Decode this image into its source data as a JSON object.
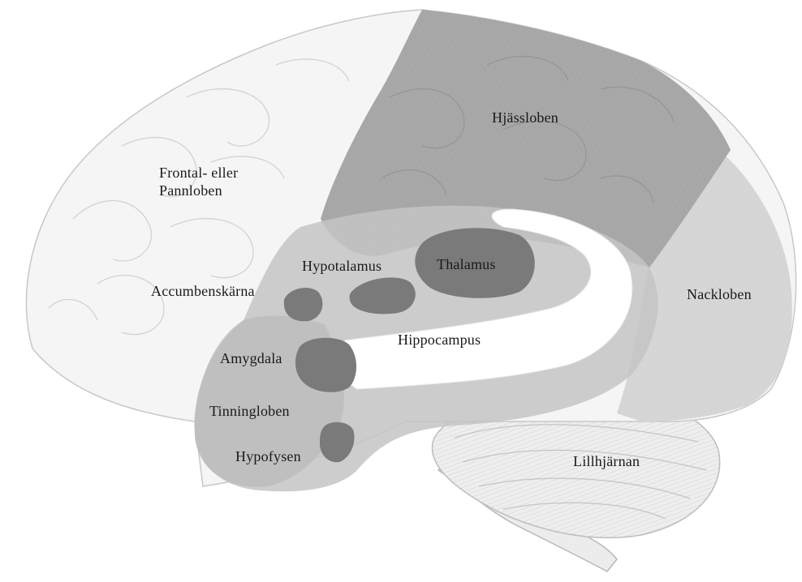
{
  "labels": {
    "frontal": "Frontal- eller\nPannloben",
    "parietal": "Hjässloben",
    "occipital": "Nackloben",
    "temporal": "Tinningloben",
    "cerebellum": "Lillhjärnan",
    "thalamus": "Thalamus",
    "hypothalamus": "Hypotalamus",
    "accumbens": "Accumbenskärna",
    "amygdala": "Amygdala",
    "hippocampus": "Hippocampus",
    "pituitary": "Hypofysen"
  },
  "colors": {
    "background": "#ffffff",
    "frontal_lobe": "#f4f4f4",
    "lobe_light": "#d4d4d4",
    "parietal_lobe": "#a9a9a9",
    "limbic_band": "#c2c2c2",
    "deep_structure": "#7a7a7a",
    "hippocampus": "#ffffff",
    "line": "#9a9a9a",
    "text": "#1a1a1a"
  }
}
